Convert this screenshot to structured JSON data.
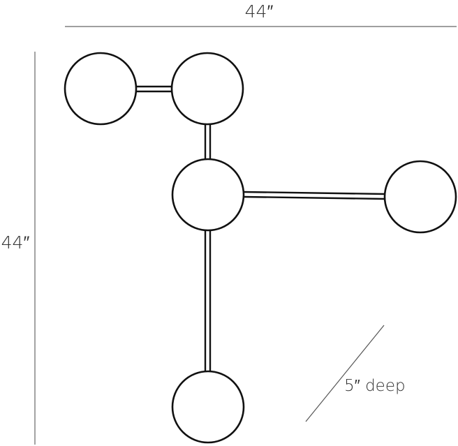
{
  "dimensions": {
    "width_label": "44″",
    "height_label": "44″",
    "depth_label": "5″ deep"
  },
  "fixture": {
    "globe_count": 5,
    "line_color": "#111111",
    "globe_fill": "#ffffff"
  },
  "dimension_line_color": "#666666"
}
